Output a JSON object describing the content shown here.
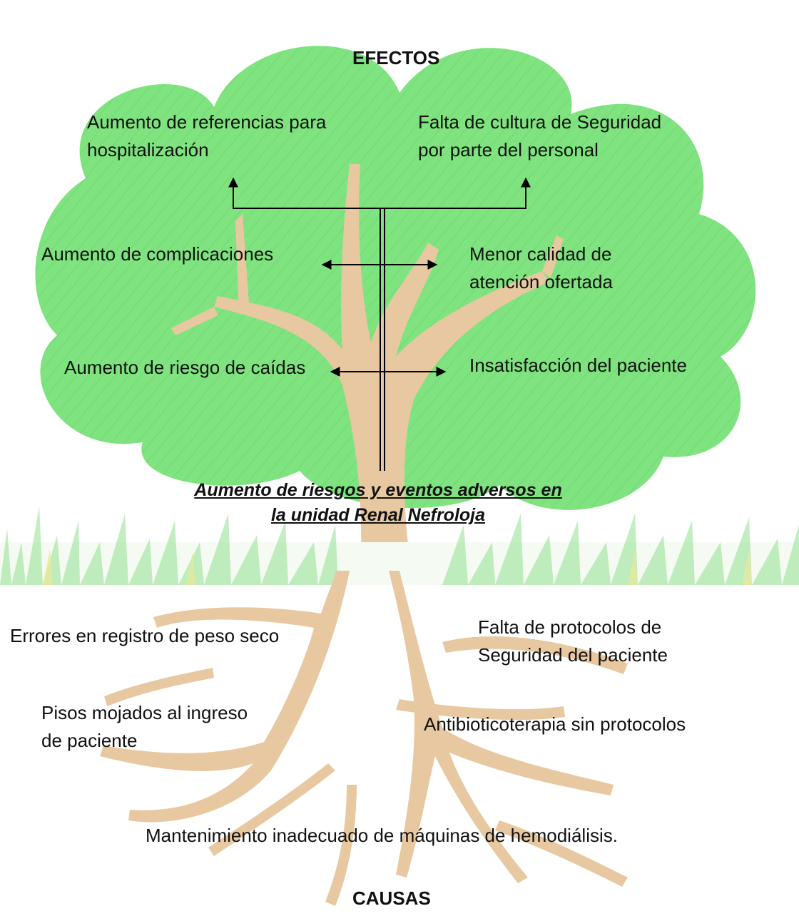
{
  "diagram": {
    "effects_header": "EFECTOS",
    "causes_header": "CAUSAS",
    "central_problem": {
      "line1": "Aumento de riesgos y eventos adversos en",
      "line2": "la unidad Renal Nefroloja"
    },
    "effects": {
      "referencias": {
        "line1": "Aumento de referencias para",
        "line2": "hospitalización"
      },
      "cultura": {
        "line1": "Falta de cultura de Seguridad",
        "line2": "por parte del personal"
      },
      "complicaciones": "Aumento de complicaciones",
      "calidad": {
        "line1": "Menor calidad de",
        "line2": "atención ofertada"
      },
      "caidas": "Aumento de riesgo de caídas",
      "insatisfaccion": "Insatisfacción del paciente"
    },
    "causes": {
      "peso_seco": "Errores en registro de peso seco",
      "protocolos_seguridad": {
        "line1": "Falta de protocolos de",
        "line2": "Seguridad del paciente"
      },
      "pisos": {
        "line1": "Pisos mojados al ingreso",
        "line2": "de paciente"
      },
      "antibioticoterapia": "Antibioticoterapia sin protocolos",
      "mantenimiento": "Mantenimiento inadecuado de máquinas de hemodiálisis."
    }
  },
  "colors": {
    "canopy": "#7fe47f",
    "canopy_hatch": "#6acc6a",
    "trunk": "#e8c8a0",
    "grass": "#8fe08f",
    "grass_yellow": "#e6ea9c",
    "arrow": "#000000",
    "text": "#111111"
  }
}
